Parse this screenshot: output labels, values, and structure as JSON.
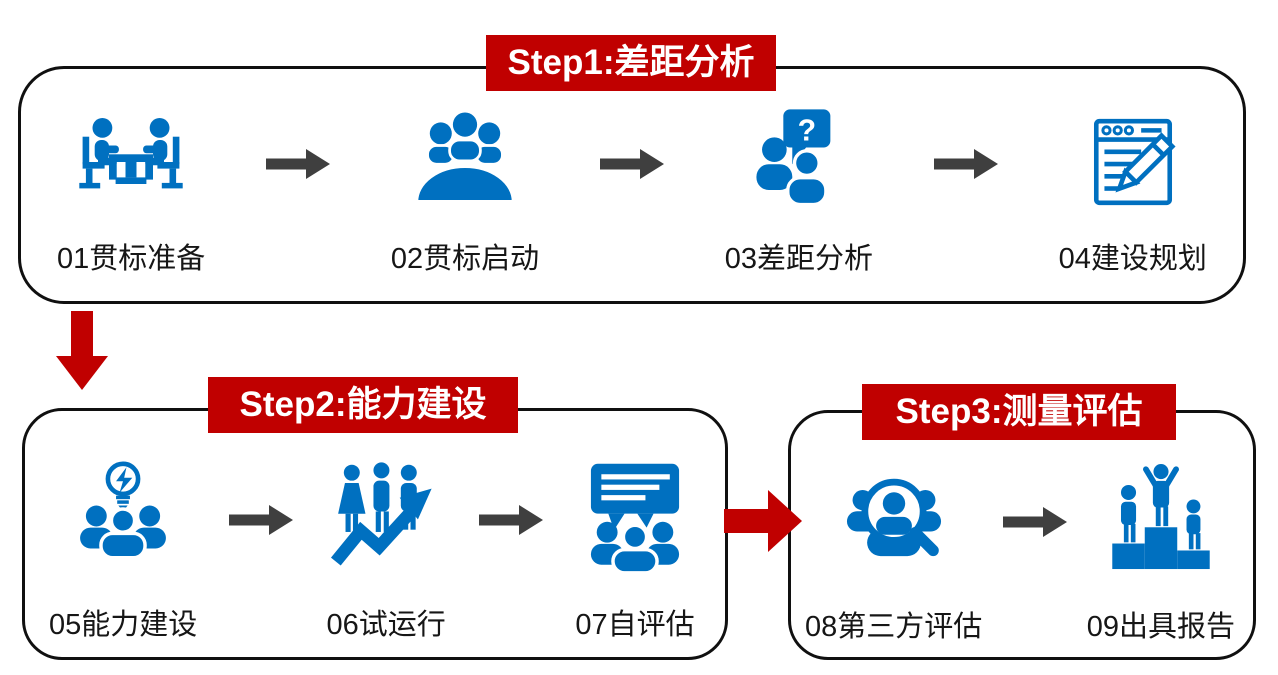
{
  "colors": {
    "step_header_bg": "#C00000",
    "step_header_text": "#FFFFFF",
    "icon_blue": "#0070C0",
    "stage_arrow_gray": "#3F3F3F",
    "connector_red": "#C00000",
    "box_border": "#101010",
    "background": "#FFFFFF"
  },
  "steps": [
    {
      "label": "Step1:差距分析",
      "stages": [
        {
          "label": "01贯标准备",
          "icon": "meeting-table-icon"
        },
        {
          "label": "02贯标启动",
          "icon": "conference-table-icon"
        },
        {
          "label": "03差距分析",
          "icon": "question-discussion-icon"
        },
        {
          "label": "04建设规划",
          "icon": "document-pencil-icon"
        }
      ]
    },
    {
      "label": "Step2:能力建设",
      "stages": [
        {
          "label": "05能力建设",
          "icon": "team-idea-icon"
        },
        {
          "label": "06试运行",
          "icon": "team-growth-icon"
        },
        {
          "label": "07自评估",
          "icon": "group-discussion-icon"
        }
      ]
    },
    {
      "label": "Step3:测量评估",
      "stages": [
        {
          "label": "08第三方评估",
          "icon": "people-magnifier-icon"
        },
        {
          "label": "09出具报告",
          "icon": "podium-winners-icon"
        }
      ]
    }
  ],
  "connectors": [
    {
      "icon": "red-down-arrow",
      "from": "Step1:差距分析",
      "to": "Step2:能力建设"
    },
    {
      "icon": "red-right-arrow",
      "from": "Step2:能力建设",
      "to": "Step3:测量评估"
    },
    {
      "icon": "gray-right-arrow",
      "role": "between consecutive stages"
    }
  ]
}
